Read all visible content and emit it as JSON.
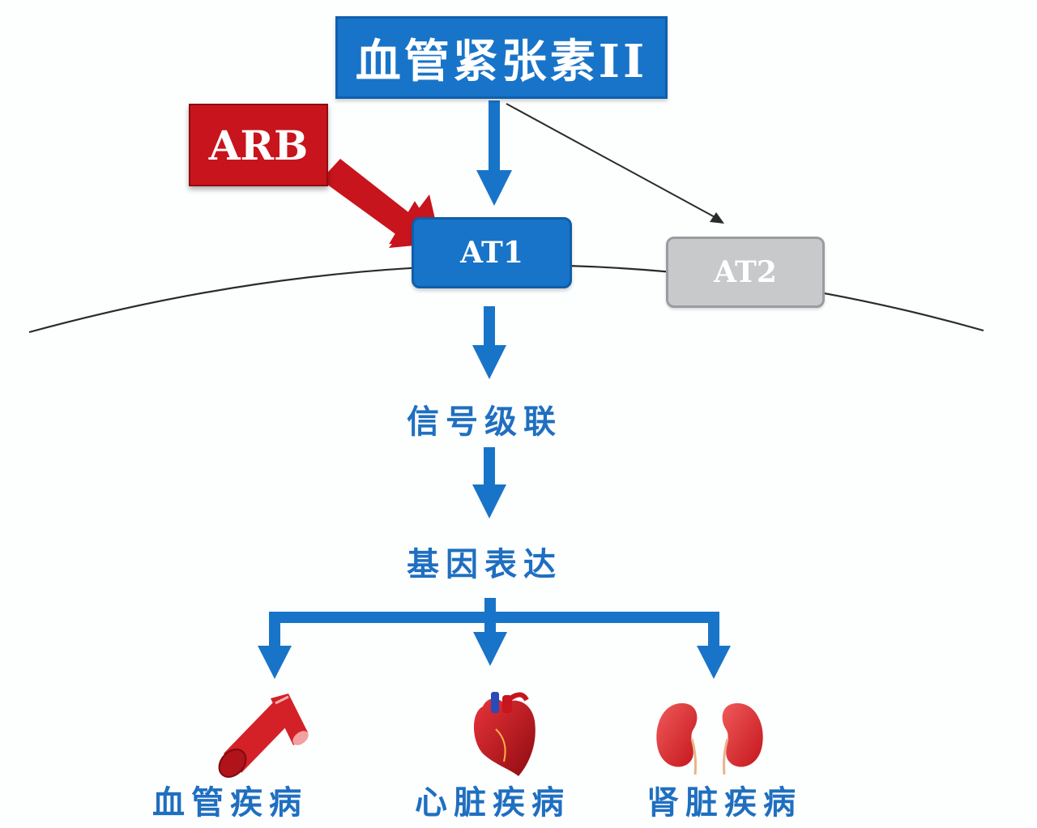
{
  "nodes": {
    "angiotensin": "血管紧张素II",
    "arb": "ARB",
    "at1": "AT1",
    "at2": "AT2",
    "signal_cascade": "信号级联",
    "gene_expression": "基因表达"
  },
  "outcomes": [
    {
      "label": "血管疾病",
      "icon": "blood-vessel-icon"
    },
    {
      "label": "心脏疾病",
      "icon": "heart-icon"
    },
    {
      "label": "肾脏疾病",
      "icon": "kidney-icon"
    }
  ],
  "colors": {
    "primary_blue": "#1874c8",
    "arb_red": "#c8141c",
    "at2_gray": "#c8c9cb",
    "text_blue": "#1f6fc0"
  }
}
